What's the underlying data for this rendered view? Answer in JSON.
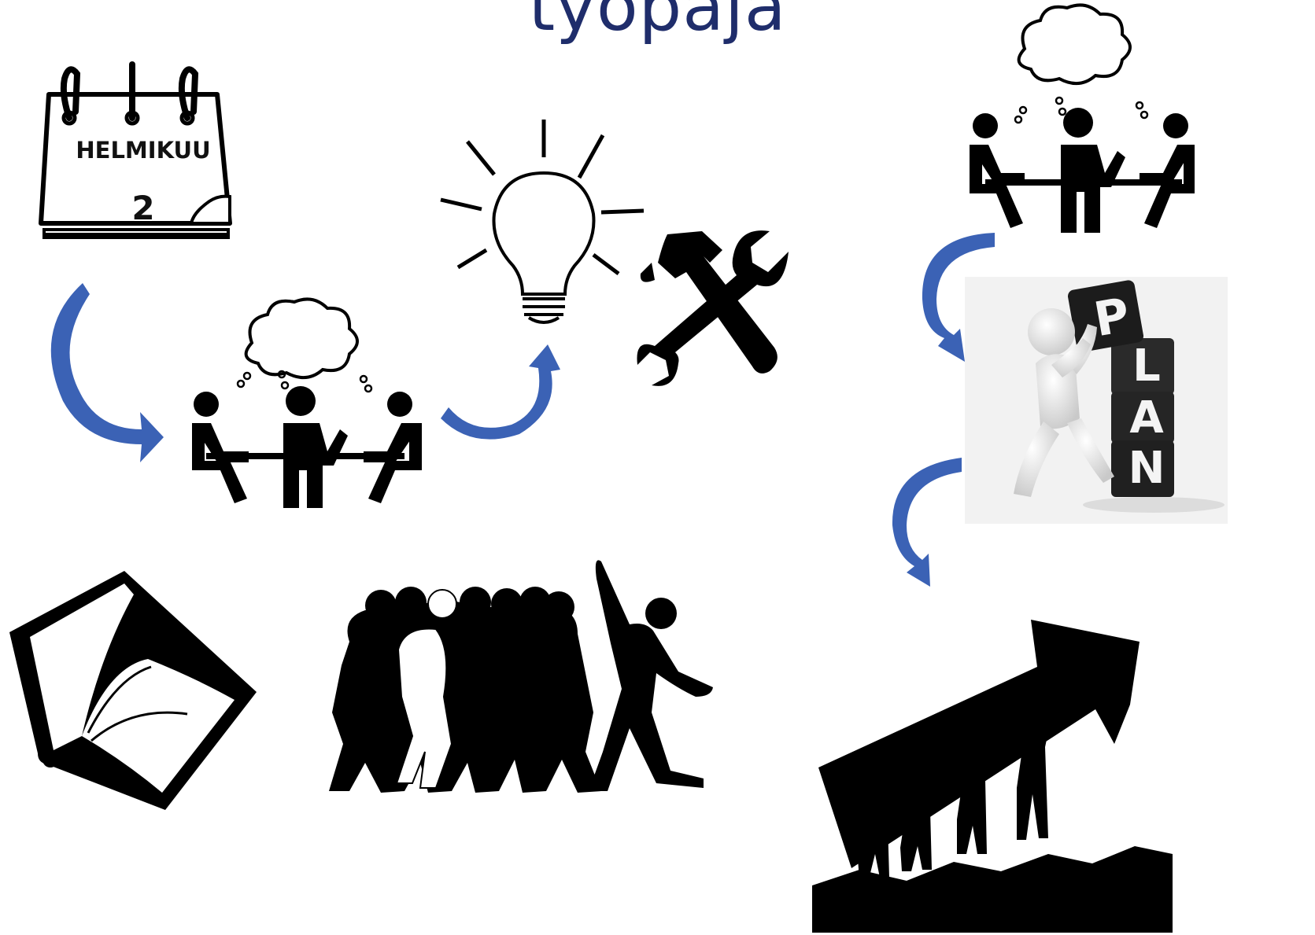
{
  "title": "tyopaja",
  "calendar": {
    "month": "HELMIKUU",
    "day": "2"
  },
  "plan_blocks": [
    "P",
    "L",
    "A",
    "N"
  ],
  "colors": {
    "title": "#1f2d6b",
    "arrow": "#3b62b5",
    "ink": "#000000"
  },
  "icons": [
    "calendar-icon",
    "meeting-icon",
    "lightbulb-icon",
    "tools-icon",
    "plan-blocks-icon",
    "book-icon",
    "crowd-icon",
    "team-lifting-arrow-icon",
    "curved-arrow-icon"
  ]
}
